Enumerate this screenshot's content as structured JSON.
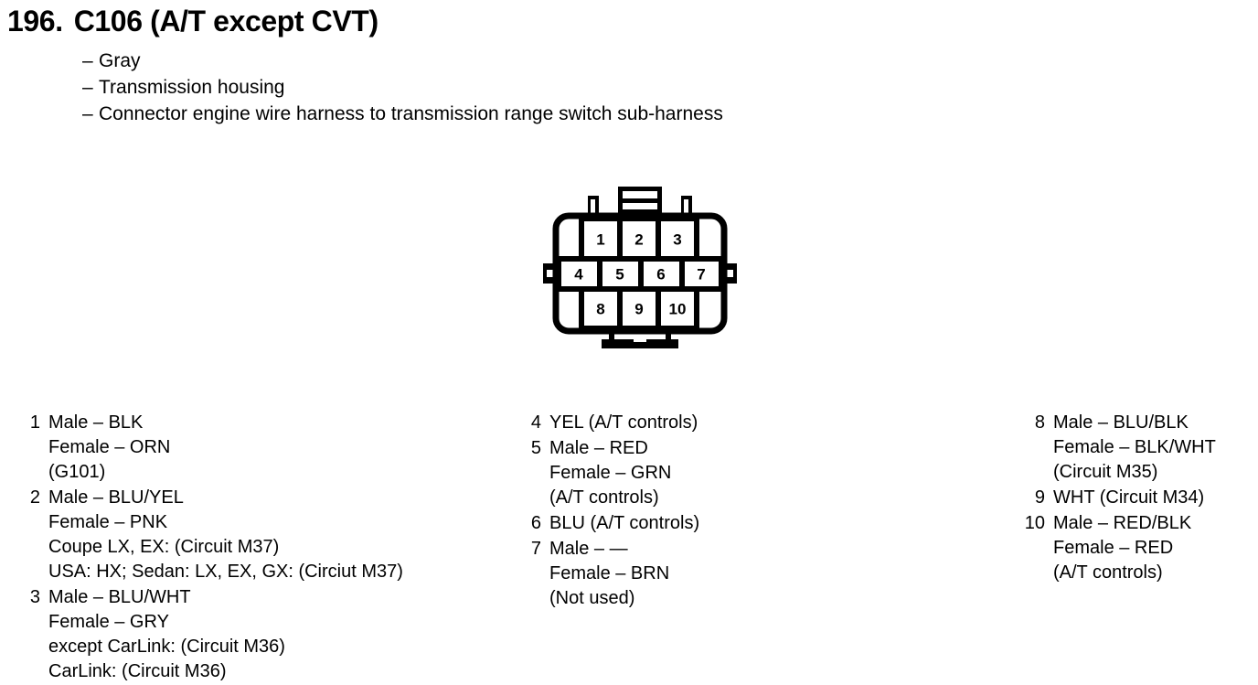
{
  "header": {
    "number": "196.",
    "title": "C106 (A/T except CVT)",
    "bullets": [
      {
        "dash": "–",
        "text": "Gray"
      },
      {
        "dash": "–",
        "text": "Transmission housing"
      },
      {
        "dash": "–",
        "text": "Connector engine wire harness to transmission range switch sub-harness"
      }
    ]
  },
  "connector": {
    "rows": [
      {
        "pins": [
          "1",
          "2",
          "3"
        ]
      },
      {
        "pins": [
          "4",
          "5",
          "6",
          "7"
        ]
      },
      {
        "pins": [
          "8",
          "9",
          "10"
        ]
      }
    ]
  },
  "legend": {
    "columns": [
      {
        "entries": [
          {
            "number": "1",
            "lines": [
              "Male – BLK",
              "Female – ORN",
              "(G101)"
            ]
          },
          {
            "number": "2",
            "lines": [
              "Male – BLU/YEL",
              "Female – PNK",
              "Coupe LX, EX: (Circuit M37)",
              "USA: HX; Sedan: LX, EX, GX: (Circiut M37)"
            ]
          },
          {
            "number": "3",
            "lines": [
              "Male – BLU/WHT",
              "Female – GRY",
              "except CarLink: (Circuit M36)",
              "CarLink: (Circuit M36)"
            ]
          }
        ]
      },
      {
        "entries": [
          {
            "number": "4",
            "lines": [
              "YEL (A/T controls)"
            ]
          },
          {
            "number": "5",
            "lines": [
              "Male – RED",
              "Female – GRN",
              "(A/T controls)"
            ]
          },
          {
            "number": "6",
            "lines": [
              "BLU (A/T controls)"
            ]
          },
          {
            "number": "7",
            "lines": [
              "Male – —",
              "Female – BRN",
              "(Not used)"
            ]
          }
        ]
      },
      {
        "entries": [
          {
            "number": "8",
            "lines": [
              "Male – BLU/BLK",
              "Female – BLK/WHT",
              "(Circuit M35)"
            ]
          },
          {
            "number": "9",
            "lines": [
              "WHT (Circuit M34)"
            ]
          },
          {
            "number": "10",
            "lines": [
              "Male – RED/BLK",
              "Female – RED",
              "(A/T controls)"
            ]
          }
        ]
      }
    ]
  }
}
